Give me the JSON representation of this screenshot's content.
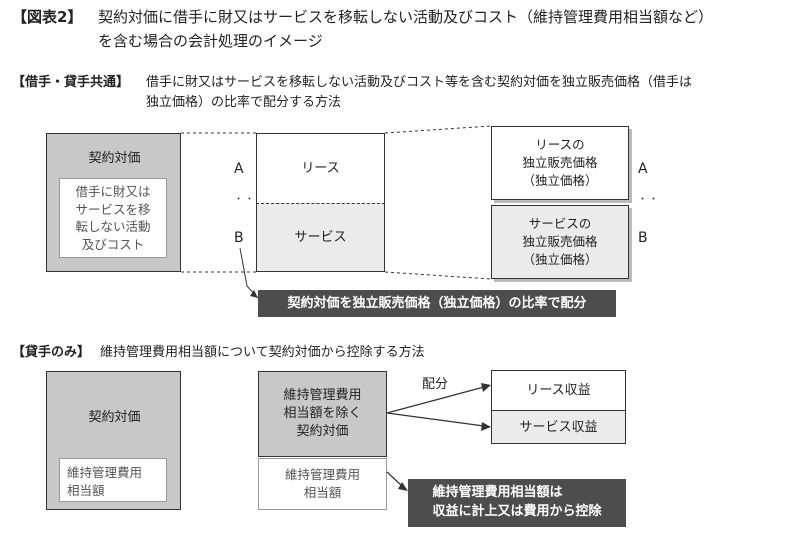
{
  "figure": {
    "tag": "【図表2】",
    "title_line1": "契約対価に借手に財又はサービスを移転しない活動及びコスト（維持管理費用相当額など）",
    "title_line2": "を含む場合の会計処理のイメージ"
  },
  "section1": {
    "label": "【借手・貸手共通】",
    "description_line1": "借手に財又はサービスを移転しない活動及びコスト等を含む契約対価を独立販売価格（借手は",
    "description_line2": "独立価格）の比率で配分する方法",
    "contract_box": {
      "title": "契約対価",
      "inner_text": "借手に財又は\nサービスを移\n転しない活動\n及びコスト"
    },
    "marker_a": "A",
    "marker_b": "B",
    "dots": "・・",
    "lease_label": "リース",
    "service_label": "サービス",
    "lease_price": "リースの\n独立販売価格\n（独立価格）",
    "service_price": "サービスの\n独立販売価格\n（独立価格）",
    "callout": "契約対価を独立販売価格（独立価格）の比率で配分"
  },
  "section2": {
    "label": "【貸手のみ】",
    "description": "維持管理費用相当額について契約対価から控除する方法",
    "contract_box": {
      "title": "契約対価",
      "inner_text": "維持管理費用\n相当額"
    },
    "excluded_box": "維持管理費用\n相当額を除く\n契約対価",
    "maintenance_box": "維持管理費用\n相当額",
    "allocate_label": "配分",
    "lease_revenue": "リース収益",
    "service_revenue": "サービス収益",
    "callout": "維持管理費用相当額は\n収益に計上又は費用から控除"
  },
  "colors": {
    "box_gray": "#c8c8c8",
    "light_gray": "#ebebeb",
    "callout_bg": "#4d4d4d",
    "border": "#333333"
  }
}
